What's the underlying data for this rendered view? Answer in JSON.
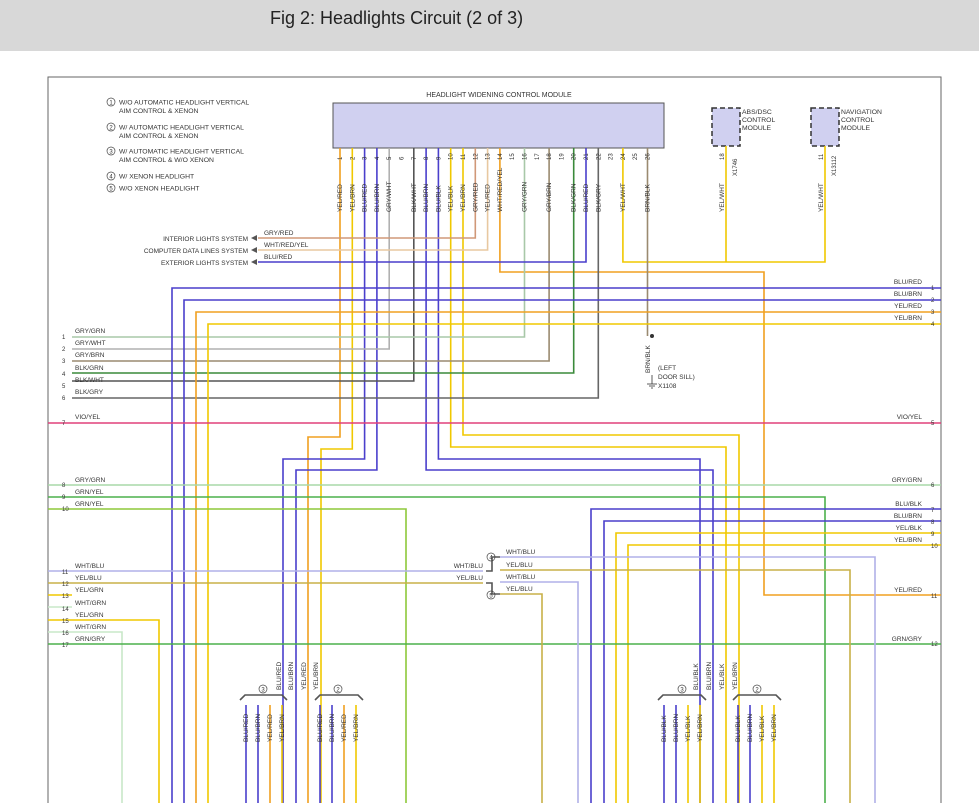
{
  "header": {
    "title": "Fig 2: Headlights Circuit (2 of 3)"
  },
  "legend": [
    {
      "num": "1",
      "lines": [
        "W/O AUTOMATIC HEADLIGHT VERTICAL",
        "AIM CONTROL & XENON"
      ]
    },
    {
      "num": "2",
      "lines": [
        "W/ AUTOMATIC HEADLIGHT VERTICAL",
        "AIM CONTROL & XENON"
      ]
    },
    {
      "num": "3",
      "lines": [
        "W/ AUTOMATIC HEADLIGHT VERTICAL",
        "AIM CONTROL & W/O XENON"
      ]
    },
    {
      "num": "4",
      "lines": [
        "W/ XENON HEADLIGHT"
      ]
    },
    {
      "num": "5",
      "lines": [
        "W/O XENON HEADLIGHT"
      ]
    }
  ],
  "module": {
    "title": "HEADLIGHT WIDENING CONTROL MODULE",
    "pins": [
      "1",
      "2",
      "3",
      "4",
      "5",
      "6",
      "7",
      "8",
      "9",
      "10",
      "11",
      "12",
      "13",
      "14",
      "15",
      "16",
      "17",
      "18",
      "19",
      "20",
      "21",
      "22",
      "23",
      "24",
      "25",
      "26"
    ],
    "wire_labels": [
      "YEL/RED",
      "YEL/BRN",
      "BLU/RED",
      "BLU/BRN",
      "GRY/WHT",
      "",
      "BLK/WHT",
      "BLU/BRN",
      "BLU/BLK",
      "YEL/BLK",
      "YEL/BRN",
      "GRY/RED",
      "YEL/RED",
      "WHT/RED/YEL",
      "",
      "GRY/GRN",
      "",
      "GRY/BRN",
      "",
      "BLK/GRN",
      "BLU/RED",
      "BLK/GRY",
      "",
      "YEL/WHT",
      "",
      "BRN/BLK"
    ]
  },
  "abs": {
    "label": [
      "ABS/DSC",
      "CONTROL",
      "MODULE"
    ],
    "pin": "18",
    "connector": "X1746",
    "wire": "YEL/WHT"
  },
  "nav": {
    "label": [
      "NAVIGATION",
      "CONTROL",
      "MODULE"
    ],
    "pin": "11",
    "connector": "X13112",
    "wire": "YEL/WHT"
  },
  "systems": [
    {
      "label": "INTERIOR LIGHTS SYSTEM",
      "wire": "GRY/RED"
    },
    {
      "label": "COMPUTER DATA LINES SYSTEM",
      "wire": "WHT/RED/YEL"
    },
    {
      "label": "EXTERIOR LIGHTS SYSTEM",
      "wire": "BLU/RED"
    }
  ],
  "ground": {
    "wire": "BRN/BLK",
    "location": [
      "(LEFT",
      "DOOR SILL)"
    ],
    "id": "X1108"
  },
  "right_lines_top": [
    {
      "wire": "BLU/RED",
      "num": "1"
    },
    {
      "wire": "BLU/BRN",
      "num": "2"
    },
    {
      "wire": "YEL/RED",
      "num": "3"
    },
    {
      "wire": "YEL/BRN",
      "num": "4"
    }
  ],
  "left_lines_top": [
    {
      "wire": "GRY/GRN",
      "num": "1"
    },
    {
      "wire": "GRY/WHT",
      "num": "2"
    },
    {
      "wire": "GRY/BRN",
      "num": "3"
    },
    {
      "wire": "BLK/GRN",
      "num": "4"
    },
    {
      "wire": "BLK/WHT",
      "num": "5"
    },
    {
      "wire": "BLK/GRY",
      "num": "6"
    }
  ],
  "vio_line": {
    "wire_left": "VIO/YEL",
    "num_left": "7",
    "wire_right": "VIO/YEL",
    "num_right": "5"
  },
  "left_lines_mid": [
    {
      "wire": "GRY/GRN",
      "num": "8"
    },
    {
      "wire": "GRN/YEL",
      "num": "9"
    },
    {
      "wire": "GRN/YEL",
      "num": "10"
    }
  ],
  "right_lines_mid": [
    {
      "wire": "GRY/GRN",
      "num": "6"
    },
    {
      "wire": "BLU/BLK",
      "num": "7"
    },
    {
      "wire": "BLU/BRN",
      "num": "8"
    },
    {
      "wire": "YEL/BLK",
      "num": "9"
    },
    {
      "wire": "YEL/BRN",
      "num": "10"
    },
    {
      "wire": "YEL/RED",
      "num": "11"
    },
    {
      "wire": "GRN/GRY",
      "num": "12"
    }
  ],
  "left_lines_low": [
    {
      "wire": "WHT/BLU",
      "num": "11"
    },
    {
      "wire": "YEL/BLU",
      "num": "12"
    },
    {
      "wire": "YEL/GRN",
      "num": "13"
    },
    {
      "wire": "WHT/GRN",
      "num": "14"
    },
    {
      "wire": "YEL/GRN",
      "num": "15"
    },
    {
      "wire": "WHT/GRN",
      "num": "16"
    },
    {
      "wire": "GRN/GRY",
      "num": "17"
    }
  ],
  "switch": {
    "left_wires": [
      "WHT/BLU",
      "YEL/BLU"
    ],
    "opt4": "4",
    "opt5": "5",
    "right_wires": [
      "WHT/BLU",
      "YEL/BLU",
      "WHT/BLU",
      "YEL/BLU"
    ]
  },
  "bottom_group_left": {
    "a_wires": [
      "BLU/RED",
      "BLU/BRN",
      "YEL/RED",
      "YEL/BRN"
    ],
    "a_num": "3",
    "b_num": "2",
    "b_wires": [
      "BLU/RED",
      "BLU/BRN",
      "YEL/RED",
      "YEL/BRN"
    ]
  },
  "bottom_group_right": {
    "a_wires": [
      "BLU/BLK",
      "BLU/BRN",
      "YEL/BLK",
      "YEL/BRN"
    ],
    "a_num": "3",
    "b_num": "2",
    "b_wires": [
      "BLU/BLK",
      "BLU/BRN",
      "YEL/BLK",
      "YEL/BRN"
    ]
  },
  "colors": {
    "blue": "#4a3fcc",
    "yellow": "#f0c800",
    "orange": "#f0a020",
    "gray": "#b0b0b0",
    "green": "#4cb04c",
    "greenlight": "#8ed88e",
    "black": "#555555",
    "brown": "#9a8a70",
    "violet": "#e0407a",
    "lavender": "#b0b0e8",
    "module_fill": "#d0d0f0"
  }
}
